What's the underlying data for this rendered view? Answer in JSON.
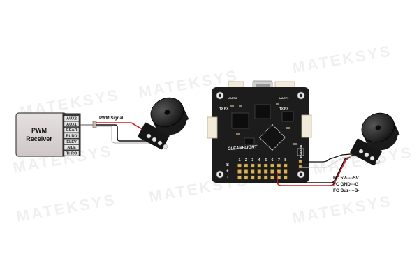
{
  "watermark": "MATEKSYS",
  "receiver": {
    "title_line1": "PWM",
    "title_line2": "Receiver",
    "channels": [
      "AUX2",
      "AUX1",
      "GEAR",
      "RUDD",
      "ELEV",
      "AILE",
      "THRO"
    ]
  },
  "pwm_signal_label": "PWM Signal",
  "board": {
    "brand": "CLEANFLIGHT",
    "uart_top_left": "UART2",
    "uart_top_right": "UART1",
    "tx_rx_left": "TX  RX",
    "tx_rx_right": "TX  RX",
    "buzzer": "BUZZER",
    "pin_numbers": [
      "1",
      "2",
      "3",
      "4",
      "5",
      "6",
      "7",
      "8"
    ],
    "rail_s": "S",
    "rail_plus": "+",
    "rail_minus": "-"
  },
  "connection_notes": [
    "FC 5V-----5V",
    "FC GND---G",
    "FC Buz-  --B-"
  ],
  "colors": {
    "wire_red": "#d21d1d",
    "wire_black": "#111111",
    "wire_white": "#dcdcdc",
    "board": "#1c1c1c",
    "receiver_fill": "#ddd6d6"
  }
}
